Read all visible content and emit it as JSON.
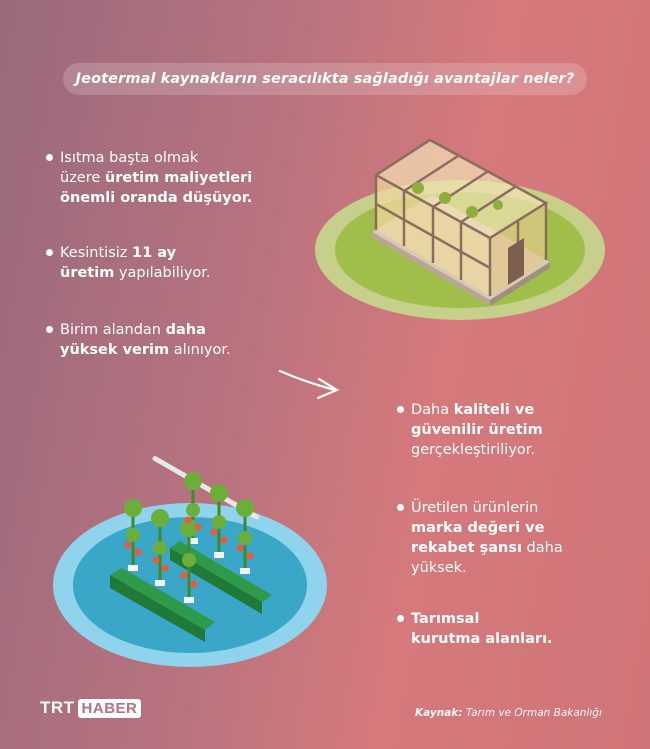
{
  "title": "Jeotermal kaynakların seracılıkta sağladığı avantajlar neler?",
  "left_bullets": [
    {
      "pre": "Isıtma başta olmak",
      "pre2": "üzere ",
      "bold": "üretim maliyetleri",
      "bold2": "önemli oranda düşüyor.",
      "post": ""
    },
    {
      "pre": "Kesintisiz ",
      "bold": "11 ay",
      "bold2": "üretim",
      "post": " yapılabiliyor."
    },
    {
      "pre": "Birim alandan ",
      "bold": "daha",
      "bold2": "yüksek verim",
      "post": " alınıyor."
    }
  ],
  "right_bullets": [
    {
      "pre": "Daha ",
      "bold": "kaliteli ve",
      "bold2": "güvenilir üretim",
      "post": "gerçekleştiriliyor."
    },
    {
      "pre": "Üretilen ürünlerin",
      "bold": "marka değeri ve",
      "bold2": "rekabet şansı",
      "post": " daha",
      "post2": "yüksek."
    },
    {
      "bold": "Tarımsal",
      "bold2": "kurutma alanları."
    }
  ],
  "source": {
    "label": "Kaynak:",
    "text": " Tarım ve Orman Bakanlığı"
  },
  "logo": {
    "trt": "TRT",
    "haber": "HABER"
  },
  "colors": {
    "accent_green": "#b7c86a",
    "accent_blue": "#6fc3e0"
  }
}
